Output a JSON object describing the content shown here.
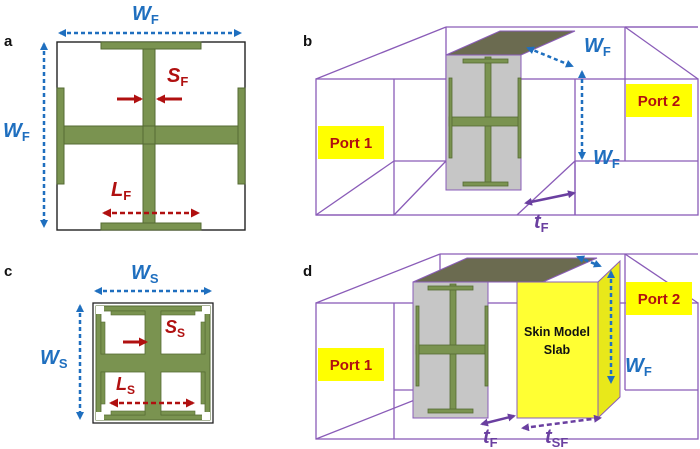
{
  "colors": {
    "trace": "#7a9350",
    "trace_stroke": "#556b33",
    "blue": "#1f6fbf",
    "red": "#b01010",
    "purple": "#6a3fa0",
    "box": "#8a5cb8",
    "port_fill": "#ffff00",
    "panel_gray": "#c6c6c6",
    "panel_top": "#6b6b50",
    "slab_fill": "#ffff33"
  },
  "panels": {
    "a": {
      "letter": "a",
      "width": "W",
      "width_sub": "F",
      "height": "W",
      "height_sub": "F",
      "gap": "S",
      "gap_sub": "F",
      "length": "L",
      "length_sub": "F"
    },
    "b": {
      "letter": "b",
      "port1": "Port 1",
      "port2": "Port 2",
      "w_top": "W",
      "w_top_sub": "F",
      "w_side": "W",
      "w_side_sub": "F",
      "thickness": "t",
      "thickness_sub": "F"
    },
    "c": {
      "letter": "c",
      "width": "W",
      "width_sub": "S",
      "height": "W",
      "height_sub": "S",
      "gap": "S",
      "gap_sub": "S",
      "length": "L",
      "length_sub": "S"
    },
    "d": {
      "letter": "d",
      "port1": "Port 1",
      "port2": "Port 2",
      "slab_line1": "Skin Model",
      "slab_line2": "Slab",
      "w_side": "W",
      "w_side_sub": "F",
      "t_f": "t",
      "t_f_sub": "F",
      "t_sf": "t",
      "t_sf_sub": "SF"
    }
  }
}
